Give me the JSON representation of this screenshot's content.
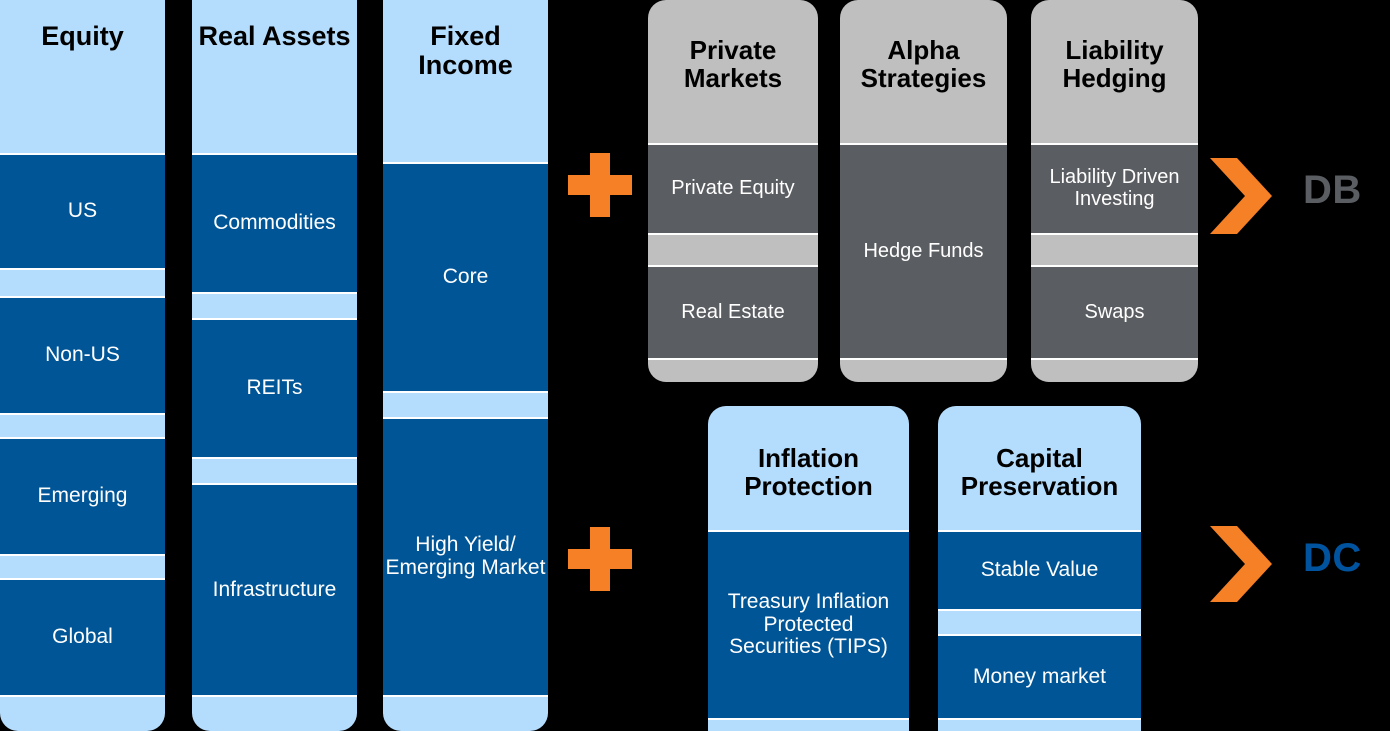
{
  "colors": {
    "background": "#000000",
    "light_blue": "#b4dcfc",
    "dark_blue": "#005596",
    "light_gray": "#bfbfbf",
    "dark_gray": "#5a5d61",
    "orange": "#f58025",
    "db_label": "#5a5d61",
    "dc_label": "#00549f",
    "divider": "#ffffff"
  },
  "diagram": {
    "core_columns": [
      {
        "name": "equity",
        "title": "Equity",
        "bands": [
          "US",
          "Non-US",
          "Emerging",
          "Global"
        ]
      },
      {
        "name": "real-assets",
        "title": "Real Assets",
        "bands": [
          "Commodities",
          "REITs",
          "Infrastructure"
        ]
      },
      {
        "name": "fixed-income",
        "title": "Fixed Income",
        "bands": [
          "Core",
          "High Yield/ Emerging Market"
        ]
      }
    ],
    "db_columns": [
      {
        "name": "private-markets",
        "title": "Private Markets",
        "bands": [
          "Private Equity",
          "Real Estate"
        ]
      },
      {
        "name": "alpha-strategies",
        "title": "Alpha Strategies",
        "bands": [
          "Hedge Funds"
        ]
      },
      {
        "name": "liability-hedging",
        "title": "Liability Hedging",
        "bands": [
          "Liability Driven Investing",
          "Swaps"
        ]
      }
    ],
    "dc_columns": [
      {
        "name": "inflation-protection",
        "title": "Inflation Protection",
        "bands": [
          "Treasury Inflation Protected Securities (TIPS)"
        ]
      },
      {
        "name": "capital-preservation",
        "title": "Capital Preservation",
        "bands": [
          "Stable Value",
          "Money market"
        ]
      }
    ],
    "operators": {
      "db_plus": "+",
      "dc_plus": "+"
    },
    "outcomes": {
      "db": "DB",
      "dc": "DC"
    },
    "icons": {
      "plus": "plus-icon",
      "chevron": "chevron-right-icon"
    }
  }
}
